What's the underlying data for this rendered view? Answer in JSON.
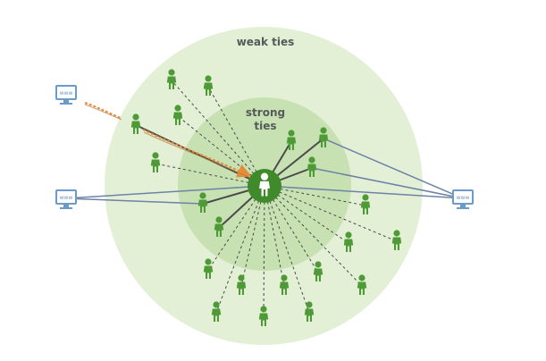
{
  "labels": {
    "outer": "weak ties",
    "inner_line1": "strong",
    "inner_line2": "ties"
  },
  "icons": {
    "computer_screen_text": "www",
    "computer": "computer-icon",
    "person": "person-icon",
    "center": "center-person-icon"
  },
  "colors": {
    "outer_circle": "#e3f0d6",
    "inner_circle": "#c7e1b2",
    "person": "#4e9a36",
    "center": "#3f8a2a",
    "weak_line": "#4a4a4a",
    "strong_line": "#4a4a4a",
    "computer_line": "#6d82a5",
    "info_flow": "#e38d3a",
    "computer": "#6d9bc8"
  }
}
